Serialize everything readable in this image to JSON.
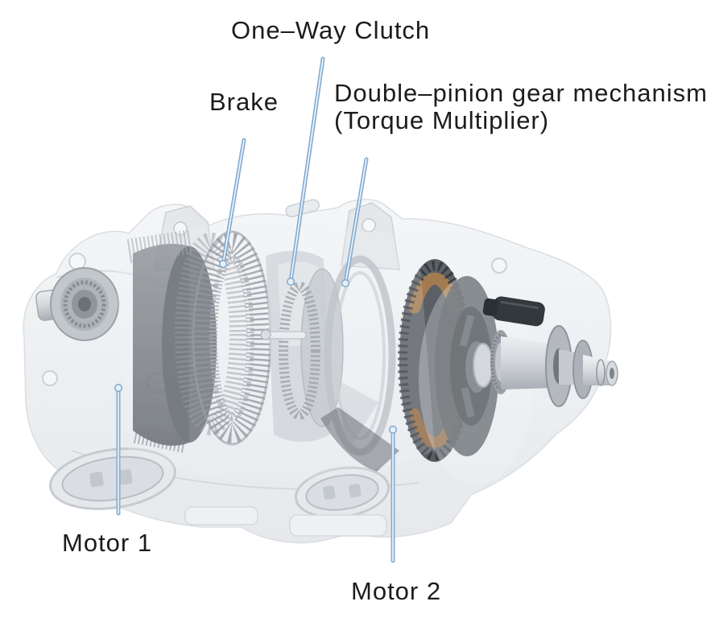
{
  "diagram": {
    "subject": "hybrid-transaxle-cutaway",
    "labels": {
      "one_way_clutch": "One–Way Clutch",
      "brake": "Brake",
      "double_pinion_line1": "Double–pinion gear mechanism",
      "double_pinion_line2": "(Torque Multiplier)",
      "motor_1": "Motor 1",
      "motor_2": "Motor 2"
    },
    "colors": {
      "background": "#ffffff",
      "label_text": "#1c1c1c",
      "leader_line": "#86add1",
      "leader_highlight": "#f2f8fd",
      "leader_dot_fill": "#e7f0f8",
      "ghost_housing": "#eef0f2",
      "dark_metal": "#4e545a",
      "copper_winding": "#a87c4f"
    }
  }
}
